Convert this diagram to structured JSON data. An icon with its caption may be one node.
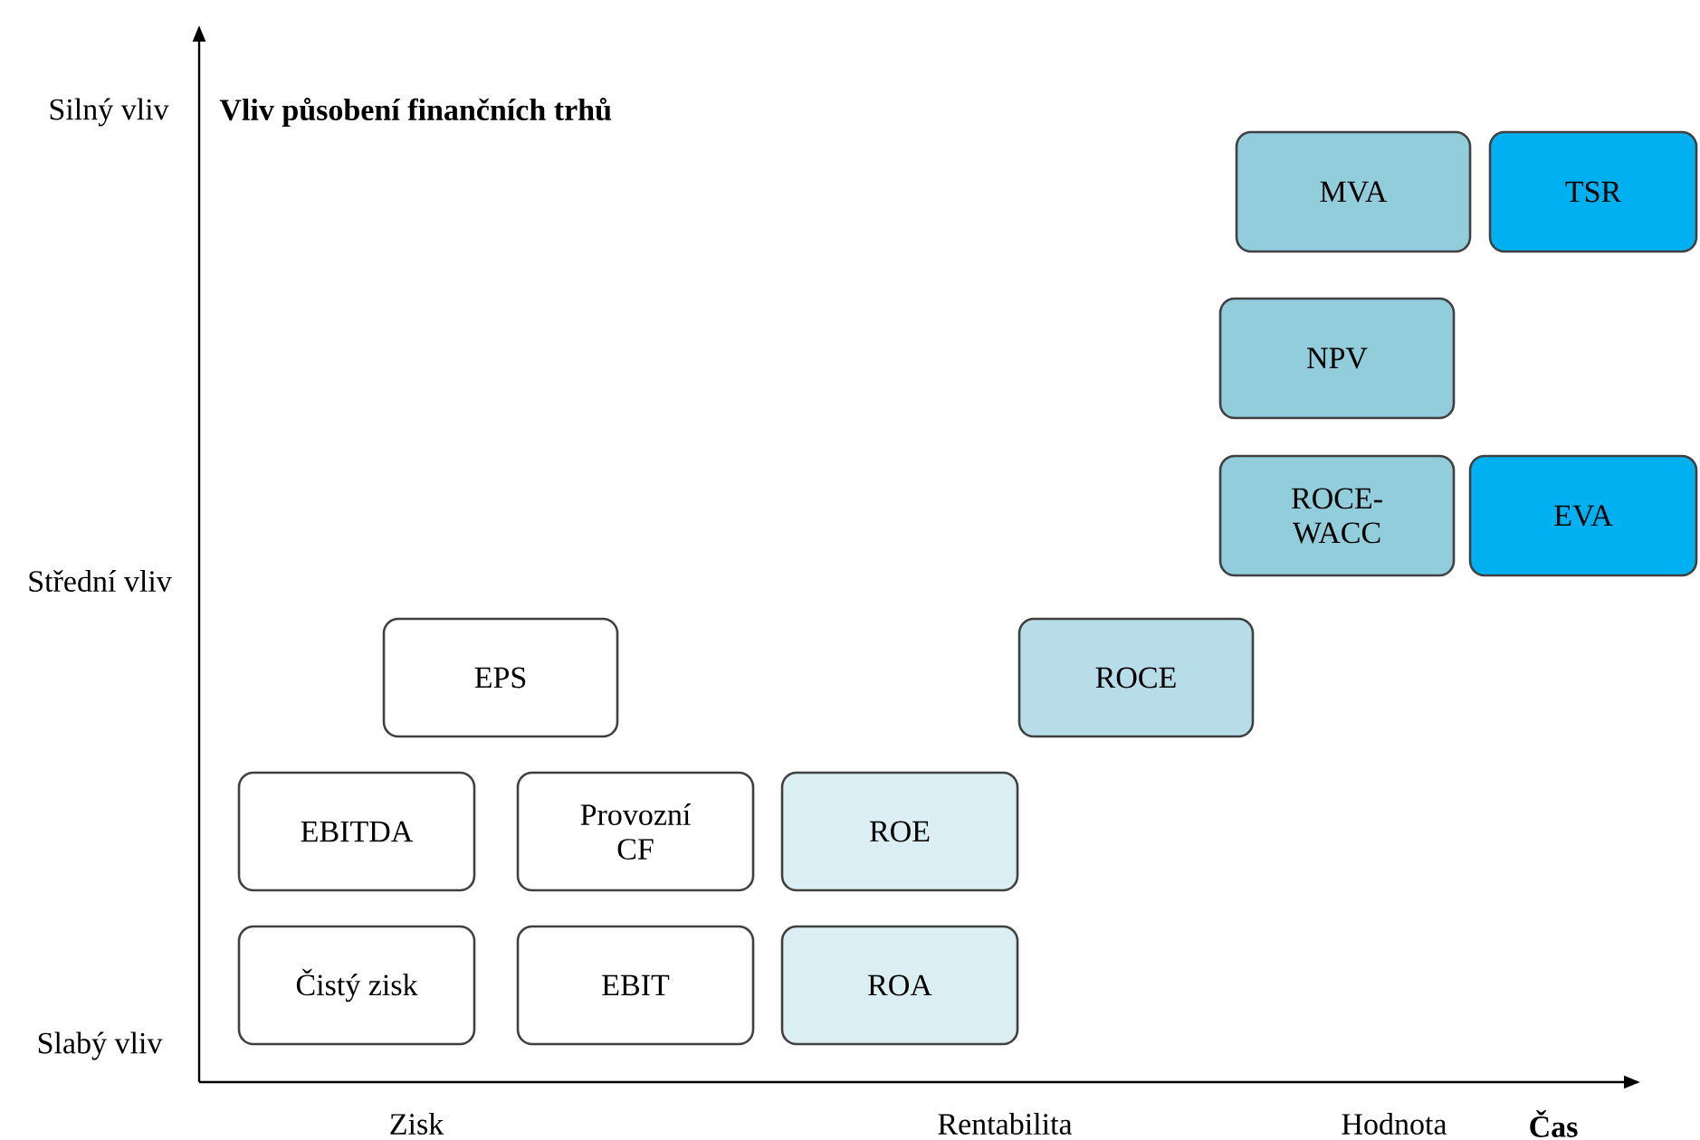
{
  "diagram": {
    "title": "Vliv působení finančních trhů",
    "nodes": [
      {
        "text": [
          "MVA"
        ]
      },
      {
        "text": [
          "TSR"
        ]
      },
      {
        "text": [
          "NPV"
        ]
      },
      {
        "text": [
          "ROCE-WACC"
        ]
      },
      {
        "text": [
          "EVA"
        ]
      },
      {
        "text": [
          "EPS"
        ]
      },
      {
        "text": [
          "ROCE"
        ]
      },
      {
        "text": [
          "EBITDA"
        ]
      },
      {
        "text": [
          "Provozní CF"
        ]
      },
      {
        "text": [
          "ROE"
        ]
      },
      {
        "text": [
          "Čistý zisk"
        ]
      },
      {
        "text": [
          "EBIT"
        ]
      },
      {
        "text": [
          "ROA"
        ]
      }
    ],
    "labels": [
      "Silný vliv",
      "Střední vliv",
      "Slabý vliv",
      "Zisk",
      "Rentabilita",
      "Hodnota",
      "Čas"
    ]
  }
}
